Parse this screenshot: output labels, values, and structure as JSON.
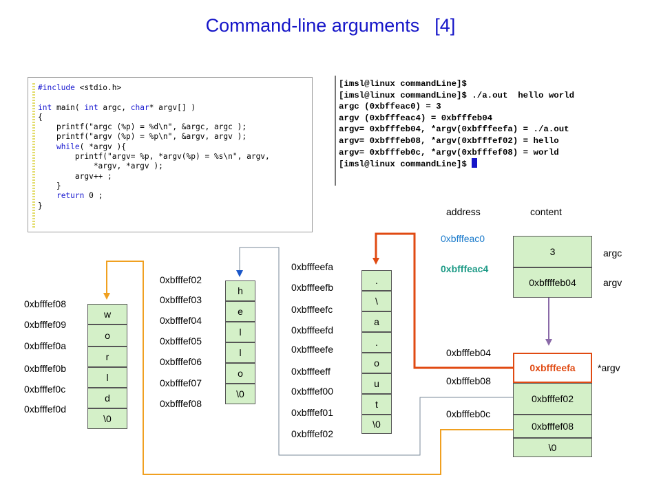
{
  "title": "Command-line arguments",
  "title_num": "[4]",
  "code_lines": [
    "#include <stdio.h>",
    "",
    "int main( int argc, char* argv[] )",
    "{",
    "    printf(\"argc (%p) = %d\\n\", &argc, argc );",
    "    printf(\"argv (%p) = %p\\n\", &argv, argv );",
    "    while( *argv ){",
    "        printf(\"argv= %p, *argv(%p) = %s\\n\", argv,",
    "            *argv, *argv );",
    "        argv++ ;",
    "    }",
    "    return 0 ;",
    "}"
  ],
  "terminal_lines": [
    "[imsl@linux commandLine]$",
    "[imsl@linux commandLine]$ ./a.out  hello world",
    "argc (0xbffeac0) = 3",
    "argv (0xbfffeac4) = 0xbfffeb04",
    "argv= 0xbfffeb04, *argv(0xbfffeefa) = ./a.out",
    "argv= 0xbfffeb08, *argv(0xbfffef02) = hello",
    "argv= 0xbfffeb0c, *argv(0xbfffef08) = world",
    "[imsl@linux commandLine]$ "
  ],
  "headers": {
    "address": "address",
    "content": "content"
  },
  "main_stack": {
    "addresses": [
      "0xbfffeac0",
      "0xbfffeac4"
    ],
    "cells": [
      "3",
      "0xbffffeb04"
    ],
    "names": [
      "argc",
      "argv"
    ]
  },
  "argv_array": {
    "addresses": [
      "0xbfffeb04",
      "0xbfffeb08",
      "0xbfffeb0c"
    ],
    "cells": [
      "0xbfffeefa",
      "0xbfffef02",
      "0xbfffef08",
      "\\0"
    ],
    "label": "*argv"
  },
  "str_aout": {
    "addresses": [
      "0xbfffeefa",
      "0xbfffeefb",
      "0xbfffeefc",
      "0xbfffeefd",
      "0xbfffeefe",
      "0xbfffeeff",
      "0xbfffef00",
      "0xbfffef01",
      "0xbfffef02"
    ],
    "chars": [
      ".",
      "\\",
      "a",
      ".",
      "o",
      "u",
      "t",
      "\\0"
    ]
  },
  "str_hello": {
    "addresses": [
      "0xbfffef02",
      "0xbfffef03",
      "0xbfffef04",
      "0xbfffef05",
      "0xbfffef06",
      "0xbfffef07",
      "0xbfffef08"
    ],
    "chars": [
      "h",
      "e",
      "l",
      "l",
      "o",
      "\\0"
    ]
  },
  "str_world": {
    "addresses": [
      "0xbfffef08",
      "0xbfffef09",
      "0xbfffef0a",
      "0xbfffef0b",
      "0xbfffef0c",
      "0xbfffef0d"
    ],
    "chars": [
      "w",
      "o",
      "r",
      "l",
      "d",
      "\\0"
    ]
  },
  "colors": {
    "title": "#1515c8",
    "cell_fill": "#d4f0c8",
    "highlight": "#e04a12",
    "orange_wire": "#f0a020",
    "blue_wire": "#1a56c8",
    "purple_wire": "#8a6aa8"
  }
}
